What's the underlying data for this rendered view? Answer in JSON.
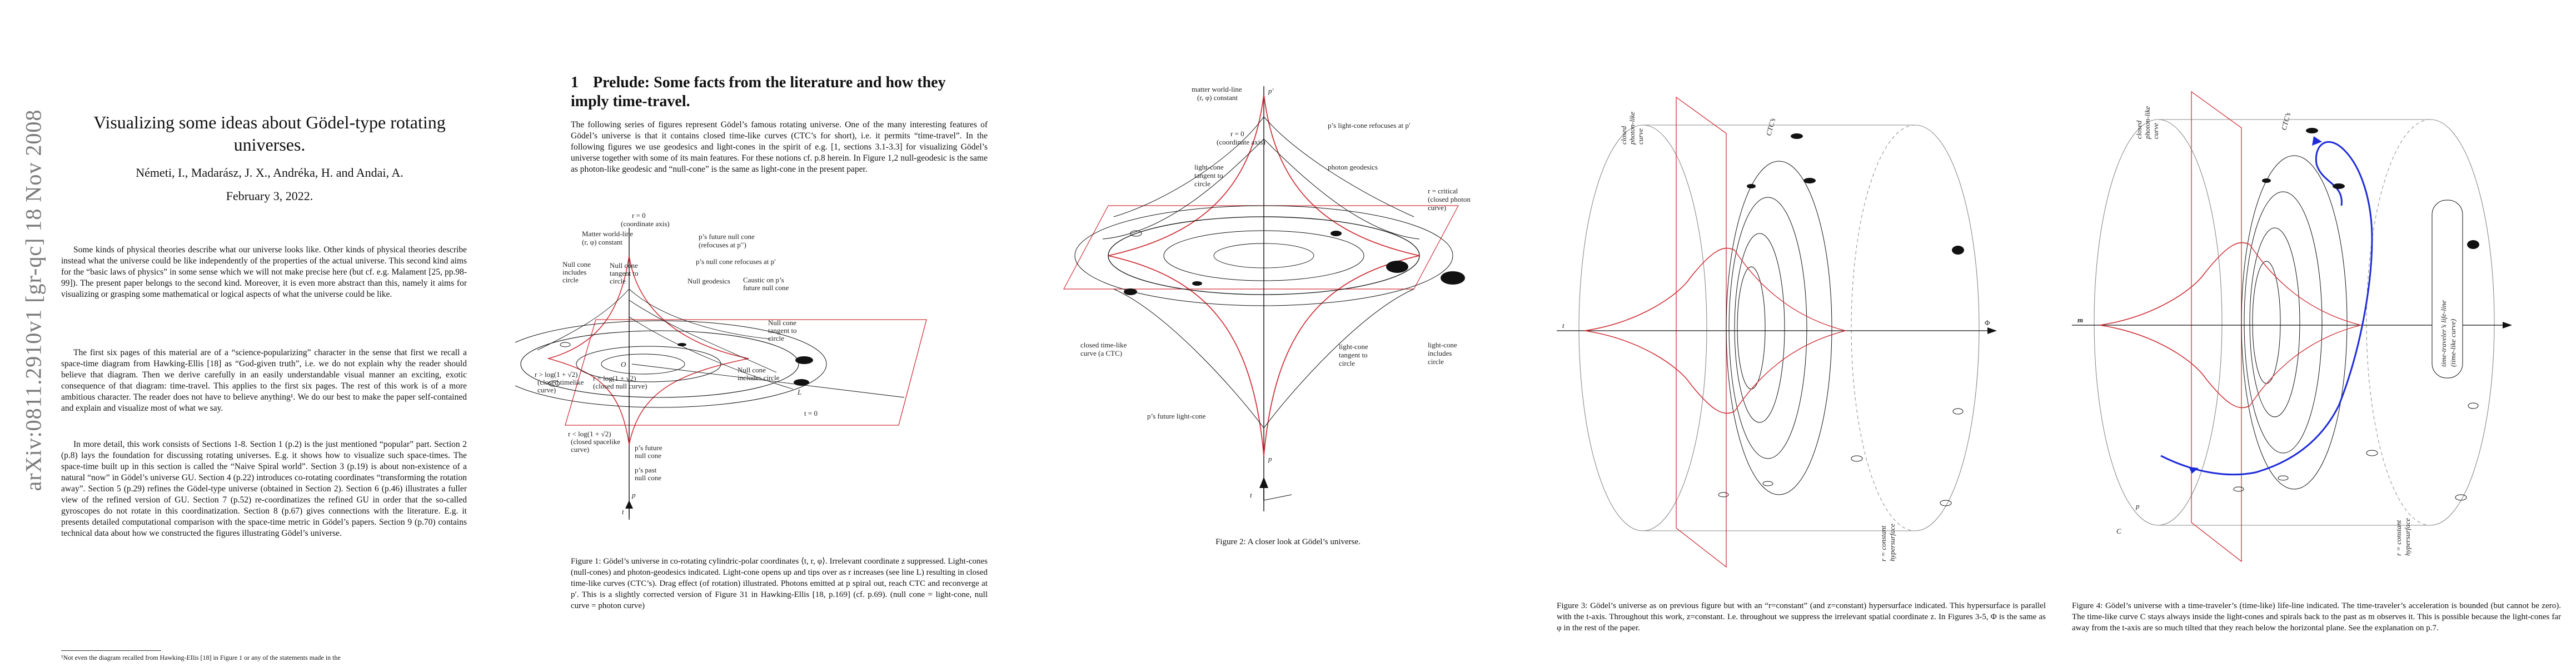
{
  "page1": {
    "arxiv_stamp": "arXiv:0811.2910v1 [gr-qc] 18 Nov 2008",
    "title": "Visualizing some ideas about Gödel-type rotating universes.",
    "authors": "Németi, I., Madarász, J. X., Andréka, H. and Andai, A.",
    "date": "February 3, 2022.",
    "paragraphs": [
      "Some kinds of physical theories describe what our universe looks like. Other kinds of physical theories describe instead what the universe could be like independently of the properties of the actual universe. This second kind aims for the “basic laws of physics” in some sense which we will not make precise here (but cf. e.g. Malament [25, pp.98-99]). The present paper belongs to the second kind. Moreover, it is even more abstract than this, namely it aims for visualizing or grasping some mathematical or logical aspects of what the universe could be like.",
      "The first six pages of this material are of a “science-popularizing” character in the sense that first we recall a space-time diagram from Hawking-Ellis [18] as “God-given truth”, i.e. we do not explain why the reader should believe that diagram. Then we derive carefully in an easily understandable visual manner an exciting, exotic consequence of that diagram: time-travel. This applies to the first six pages. The rest of this work is of a more ambitious character. The reader does not have to believe anything¹. We do our best to make the paper self-contained and explain and visualize most of what we say.",
      "In more detail, this work consists of Sections 1-8. Section 1 (p.2) is the just mentioned “popular” part. Section 2 (p.8) lays the foundation for discussing rotating universes. E.g. it shows how to visualize such space-times. The space-time built up in this section is called the “Naive Spiral world”. Section 3 (p.19) is about non-existence of a natural “now” in Gödel’s universe GU. Section 4 (p.22) introduces co-rotating coordinates “transforming the rotation away”. Section 5 (p.29) refines the Gödel-type universe (obtained in Section 2). Section 6 (p.46) illustrates a fuller view of the refined version of GU. Section 7 (p.52) re-coordinatizes the refined GU in order that the so-called gyroscopes do not rotate in this coordinatization. Section 8 (p.67) gives connections with the literature. E.g. it presents detailed computational comparison with the space-time metric in Gödel’s papers. Section 9 (p.70) contains technical data about how we constructed the figures illustrating Gödel’s universe."
    ],
    "footnote": "¹Not even the diagram recalled from Hawking-Ellis [18] in Figure 1 or any of the statements made in the"
  },
  "page2": {
    "section_number": "1",
    "section_title": "Prelude: Some facts from the literature and how they imply time-travel.",
    "intro": "The following series of figures represent Gödel’s famous rotating universe. One of the many interesting features of Gödel’s universe is that it contains closed time-like curves (CTC’s for short), i.e. it permits “time-travel”. In the following figures we use geodesics and light-cones in the spirit of e.g. [1, sections 3.1-3.3] for visualizing Gödel’s universe together with some of its main features. For these notions cf. p.8 herein. In Figure 1,2 null-geodesic is the same as photon-like geodesic and “null-cone” is the same as light-cone in the present paper.",
    "figure_labels": {
      "r_zero": "r = 0",
      "coord_axis": "(coordinate axis)",
      "matter_worldline": "Matter world-line",
      "rphi_constant": "(r, φ) constant",
      "future_null_cone": "p’s future null cone",
      "refocuses_pprime": "(refocuses at p′′)",
      "null_refocuses": "p’s null cone refocuses at p′",
      "null_cone_includes": "Null cone",
      "includes": "includes",
      "circle": "circle",
      "null_cone_tangent": "Null cone",
      "tangent_to": "tangent to",
      "null_geodesics": "Null geodesics",
      "caustic": "Caustic on p’s",
      "future_null_cone2": "future null cone",
      "closed_timelike": "r > log(1 + √2)",
      "closed_timelike2": "(closed timelike",
      "closed_timelike3": "curve)",
      "closed_null": "r = log(1 + √2)",
      "closed_null2": "(closed null curve)",
      "null_tangent_circle": "Null cone",
      "null_tangent_circle2": "tangent to",
      "null_tangent_circle3": "circle",
      "null_includes_circle": "Null cone",
      "null_includes_circle2": "includes circle",
      "L": "L",
      "t_zero": "t = 0",
      "spacelike": "r < log(1 + √2)",
      "spacelike2": "(closed spacelike",
      "spacelike3": "curve)",
      "past_null": "p’s past",
      "past_null2": "null cone",
      "future_null_small": "p’s future",
      "future_null_small2": "null cone",
      "O": "O",
      "p": "p",
      "t": "t"
    },
    "caption": "Figure 1: Gödel’s universe in co-rotating cylindric-polar coordinates ⟨t, r, φ⟩. Irrelevant coordinate z suppressed. Light-cones (null-cones) and photon-geodesics indicated. Light-cone opens up and tips over as r increases (see line L) resulting in closed time-like curves (CTC’s). Drag effect (of rotation) illustrated. Photons emitted at p spiral out, reach CTC and reconverge at p′. This is a slightly corrected version of Figure 31 in Hawking-Ellis [18, p.169] (cf. p.69). (null cone = light-cone, null curve = photon curve)"
  },
  "page3": {
    "labels": {
      "matter_worldline": "matter world-line",
      "rphi_constant": "(r, φ) constant",
      "p_refocus": "p’s light-cone refocuses at p′",
      "r_zero": "r = 0",
      "coord_axis": "(coordinate axis)",
      "lc_tangent": "light-cone",
      "lc_tangent2": "tangent to",
      "lc_tangent3": "circle",
      "photon_geodesics": "photon geodesics",
      "r_critical": "r = critical",
      "closed_photon": "(closed photon",
      "curve": "curve)",
      "closed_timelike": "closed time-like",
      "ctc": "curve (a CTC)",
      "lc_tangent_b": "light-cone",
      "lc_tangent_b2": "tangent to",
      "lc_tangent_b3": "circle",
      "lc_includes": "light-cone",
      "lc_includes2": "includes",
      "lc_includes3": "circle",
      "future_lc": "p’s future light-cone",
      "p": "p",
      "p_prime": "p′",
      "t": "t"
    },
    "caption": "Figure 2: A closer look at Gödel’s universe."
  },
  "page4": {
    "labels": {
      "closed_photonlike": "closed",
      "closed_photonlike2": "photon-like",
      "closed_photonlike3": "curve",
      "ctcs": "CTC’s",
      "t": "t",
      "phi": "Φ",
      "r_const": "r = constant",
      "hypersurface": "hypersurface"
    },
    "caption": "Figure 3: Gödel’s universe as on previous figure but with an “r=constant” (and z=constant) hypersurface indicated. This hypersurface is parallel with the t-axis. Throughout this work, z=constant. I.e. throughout we suppress the irrelevant spatial coordinate z. In Figures 3-5, Φ is the same as φ in the rest of the paper."
  },
  "page5": {
    "labels": {
      "closed_photonlike": "closed",
      "closed_photonlike2": "photon-like",
      "closed_photonlike3": "curve",
      "ctcs": "CTC’s",
      "m": "m",
      "time_traveler": "time-traveler’s life-line",
      "timelike_curve": "(time-like curve)",
      "p": "p",
      "C": "C",
      "r_const": "r = constant",
      "hypersurface": "hypersurface"
    },
    "caption": "Figure 4: Gödel’s universe with a time-traveler’s (time-like) life-line indicated. The time-traveler’s acceleration is bounded (but cannot be zero). The time-like curve C stays always inside the light-cones and spirals back to the past as m observes it. This is possible because the light-cones far away from the t-axis are so much tilted that they reach below the horizontal plane. See the explanation on p.7."
  },
  "colors": {
    "red": "#d0343c",
    "blue": "#1f2bd8",
    "ink": "#111111",
    "gray": "#8a8a8a"
  }
}
